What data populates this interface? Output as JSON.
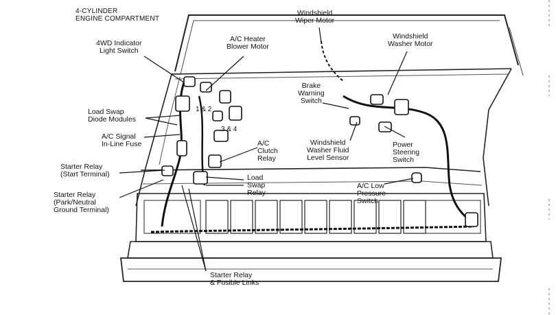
{
  "header": {
    "line1": "4-CYLINDER",
    "line2": "ENGINE COMPARTMENT"
  },
  "labels": {
    "wd_indicator": [
      "4WD Indicator",
      "Light Switch"
    ],
    "ac_heater": [
      "A/C Heater",
      "Blower Motor"
    ],
    "wiper_motor": [
      "Windshield",
      "Wiper Motor"
    ],
    "washer_motor": [
      "Windshield",
      "Washer Motor"
    ],
    "brake_warning": [
      "Brake",
      "Warning",
      "Switch"
    ],
    "load_swap_diode": [
      "Load Swap",
      "Diode Modules"
    ],
    "ac_signal": [
      "A/C Signal",
      "In-Line Fuse"
    ],
    "ac_clutch": [
      "A/C",
      "Clutch",
      "Relay"
    ],
    "washer_fluid": [
      "Windshield",
      "Washer Fluid",
      "Level Sensor"
    ],
    "power_steering": [
      "Power",
      "Steering",
      "Switch"
    ],
    "starter_start": [
      "Starter Relay",
      "(Start Terminal)"
    ],
    "load_swap_relay": [
      "Load",
      "Swap",
      "Relay"
    ],
    "ac_low_pressure": [
      "A/C Low",
      "Pressure",
      "Switch"
    ],
    "starter_park": [
      "Starter Relay",
      "(Park/Neutral",
      "Ground Terminal)"
    ],
    "starter_fusible": [
      "Starter Relay",
      "& Fusible Links"
    ]
  },
  "callouts": {
    "n12": "1 & 2",
    "n34": "3 & 4"
  }
}
